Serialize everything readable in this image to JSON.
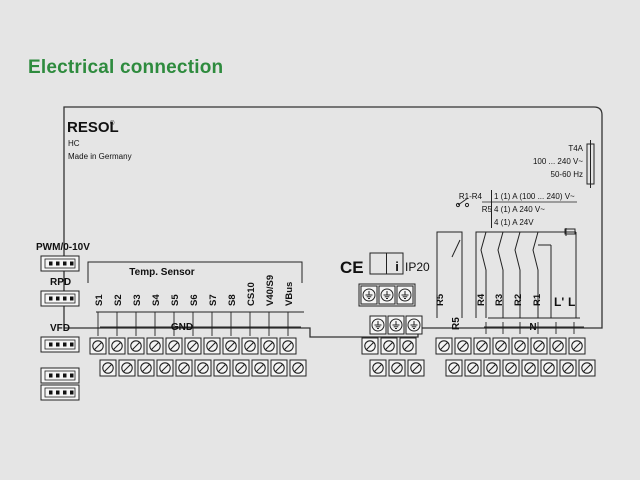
{
  "title": "Electrical connection",
  "device": {
    "brand": "RESOL",
    "brand_mark": "®",
    "model": "HC",
    "origin": "Made in Germany"
  },
  "fuse": {
    "rating": "T4A",
    "voltage": "100 ... 240 V~",
    "frequency": "50-60 Hz"
  },
  "relay_ratings": {
    "r1_r4_label": "R1-R4",
    "r1_r4_value": "1 (1) A (100 ... 240) V~",
    "r5_label": "R5",
    "r5_value": "4 (1) A 240 V~",
    "extra_value": "4 (1) A 24V"
  },
  "marks": {
    "ce": "CE",
    "info": "i",
    "ip": "IP20"
  },
  "left_ports": {
    "pwm": "PWM/0-10V",
    "rpd": "RPD",
    "vfd": "VFD"
  },
  "temp_sensor_label": "Temp. Sensor",
  "gnd_label": "GND",
  "n_label": "N",
  "sensor_terminals": [
    "S1",
    "S2",
    "S3",
    "S4",
    "S5",
    "S6",
    "S7",
    "S8",
    "CS10",
    "V40/S9",
    "VBus"
  ],
  "r5_terminal": "R5",
  "r5_terminal_lower": "R5",
  "relay_terminals": [
    "R4",
    "R3",
    "R2",
    "R1"
  ],
  "mains_terminals": [
    "L'",
    "L"
  ],
  "colors": {
    "title": "#2e8b3e",
    "background": "#e5e5e5",
    "panel_border": "#333333"
  }
}
